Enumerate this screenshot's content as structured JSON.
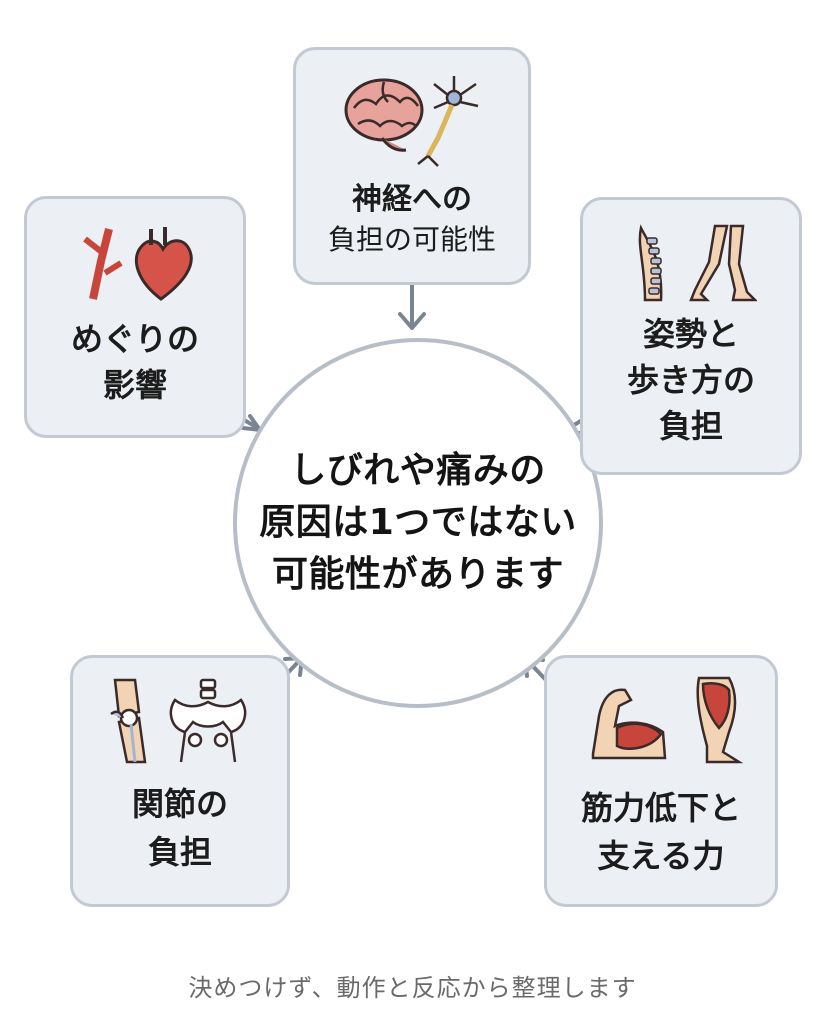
{
  "center": {
    "lines": [
      "しびれや痛みの",
      "原因は1つではない",
      "可能性があります"
    ]
  },
  "cards": {
    "nerve": {
      "line1": "神経への",
      "line2": "負担の可能性",
      "icons": [
        "brain-icon",
        "neuron-icon"
      ]
    },
    "circulation": {
      "line1": "めぐりの",
      "line2": "影響",
      "icons": [
        "blood-vessel-icon",
        "heart-icon"
      ]
    },
    "posture": {
      "line1": "姿勢と",
      "line2": "歩き方の",
      "line3": "負担",
      "icons": [
        "spine-icon",
        "walking-legs-icon"
      ]
    },
    "joint": {
      "line1": "関節の",
      "line2": "負担",
      "icons": [
        "knee-joint-icon",
        "pelvis-icon"
      ]
    },
    "muscle": {
      "line1": "筋力低下と",
      "line2": "支える力",
      "icons": [
        "arm-muscle-icon",
        "leg-muscle-icon"
      ]
    }
  },
  "footer": "決めつけず、動作と反応から整理します",
  "colors": {
    "card_bg": "#eceff3",
    "card_border": "#c3c9d2",
    "arrow": "#7a8594",
    "circle_border": "#b7bec8",
    "organ_red": "#c8453c"
  }
}
